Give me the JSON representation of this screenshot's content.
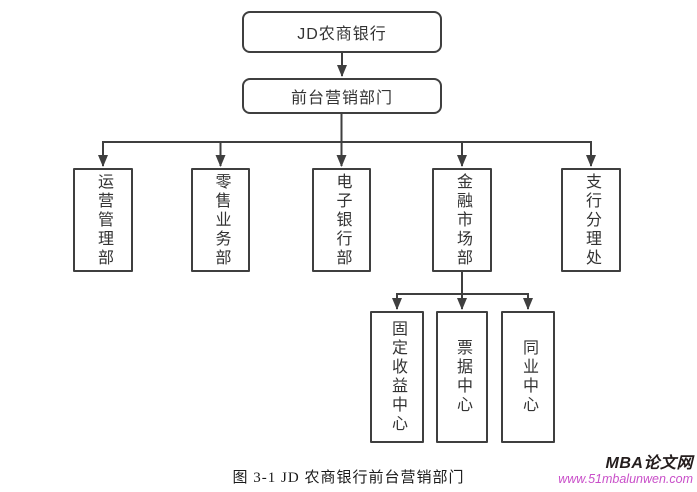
{
  "page": {
    "caption": "图 3-1 JD 农商银行前台营销部门"
  },
  "chart": {
    "root": {
      "label": "JD农商银行"
    },
    "front_office": {
      "label": "前台营销部门"
    },
    "departments": [
      {
        "label": "运营管理部"
      },
      {
        "label": "零售业务部"
      },
      {
        "label": "电子银行部"
      },
      {
        "label": "金融市场部"
      },
      {
        "label": "支行分理处"
      }
    ],
    "financial_market_subcenters": [
      {
        "label": "固定收益中心"
      },
      {
        "label": "票据中心"
      },
      {
        "label": "同业中心"
      }
    ]
  },
  "watermark": {
    "site_name": "MBA论文网",
    "site_url": "www.51mbalunwen.com"
  },
  "colors": {
    "line": "#3f3f3f",
    "box_text": "#333333",
    "watermark_name": "#241d1d",
    "watermark_url": "#c94fc9"
  }
}
